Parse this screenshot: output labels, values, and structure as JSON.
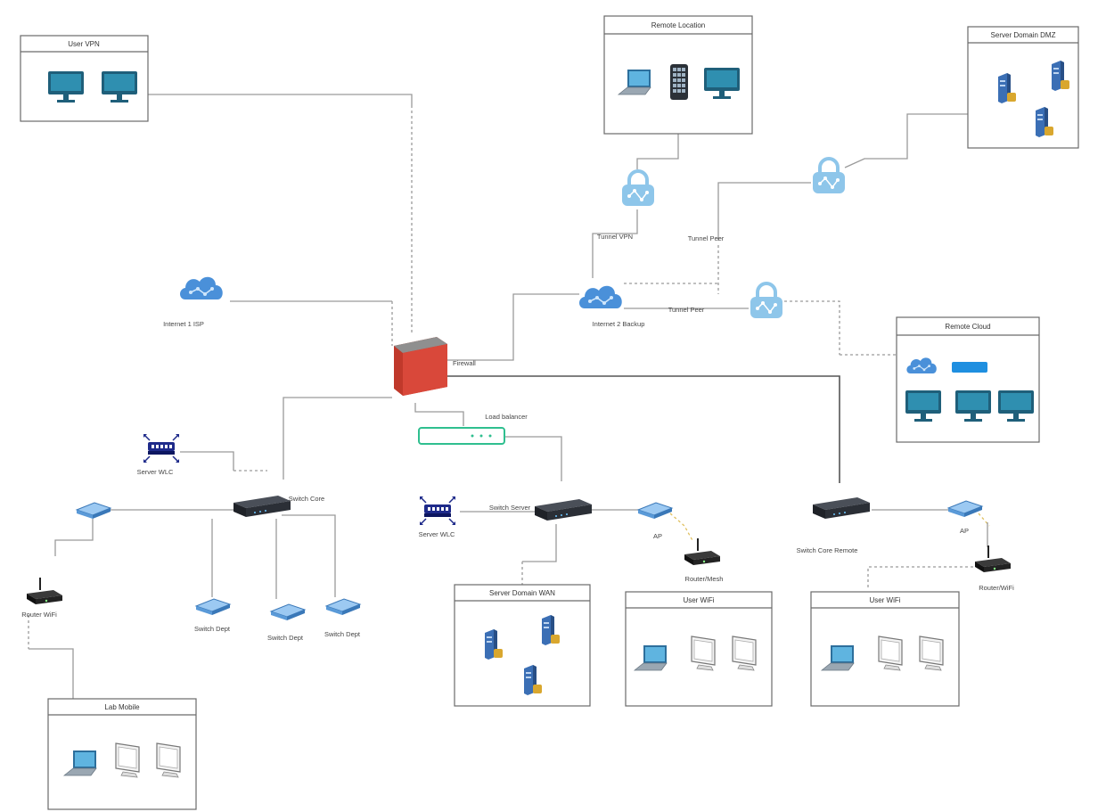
{
  "colors": {
    "cloud": "#4a90d9",
    "lock": "#8ec6ea",
    "firewall": "#c0392b",
    "switch": "#2b2f36",
    "monitor": "#1f5f7a",
    "server": "#3b6fb5",
    "router": "#2b2b2b",
    "modem_teal": "#2fbf8f"
  },
  "boxes": {
    "vpn": "User VPN",
    "site_a": "Remote Location",
    "dc_top": "Server Domain DMZ",
    "cloud_svc": "Remote Cloud",
    "dc_mid": "Server Domain WAN",
    "wifi_mid": "User WiFi",
    "wifi_right": "User WiFi",
    "lab": "Lab Mobile"
  },
  "labels": {
    "internet1": "Internet 1 ISP",
    "internet2": "Internet 2 Backup",
    "firewall": "Firewall",
    "site_vpn1": "Tunnel VPN",
    "site_vpn2": "Tunnel Peer",
    "tunnel_mid": "Tunnel Peer",
    "loadbalancer": "Load balancer",
    "wlc_left": "Server WLC",
    "sw_core_left": "Switch Core",
    "ap_left": "Router WiFi",
    "sw_left1": "Switch Dept",
    "sw_left2": "Switch Dept",
    "sw_left3": "Switch Dept",
    "wlc_mid": "Server WLC",
    "sw_core_mid": "Switch Server",
    "sw_mid_r": "AP",
    "ap_mid": "Router/Mesh",
    "sw_right": "Switch Core Remote",
    "sw_right_ap": "AP",
    "ap_right": "Router/WiFi"
  }
}
